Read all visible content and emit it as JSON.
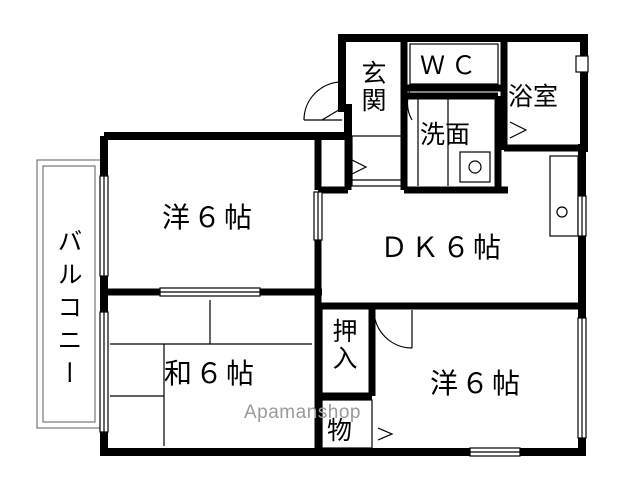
{
  "rooms": {
    "western_1": "洋６帖",
    "dk": "ＤＫ６帖",
    "japanese": "和６帖",
    "western_2": "洋６帖",
    "entrance": "玄関",
    "wc": "ＷＣ",
    "bath": "浴室",
    "washroom": "洗面",
    "closet": "押入",
    "storage": "物",
    "balcony": "バルコニー"
  },
  "watermark": "Apamanshop"
}
